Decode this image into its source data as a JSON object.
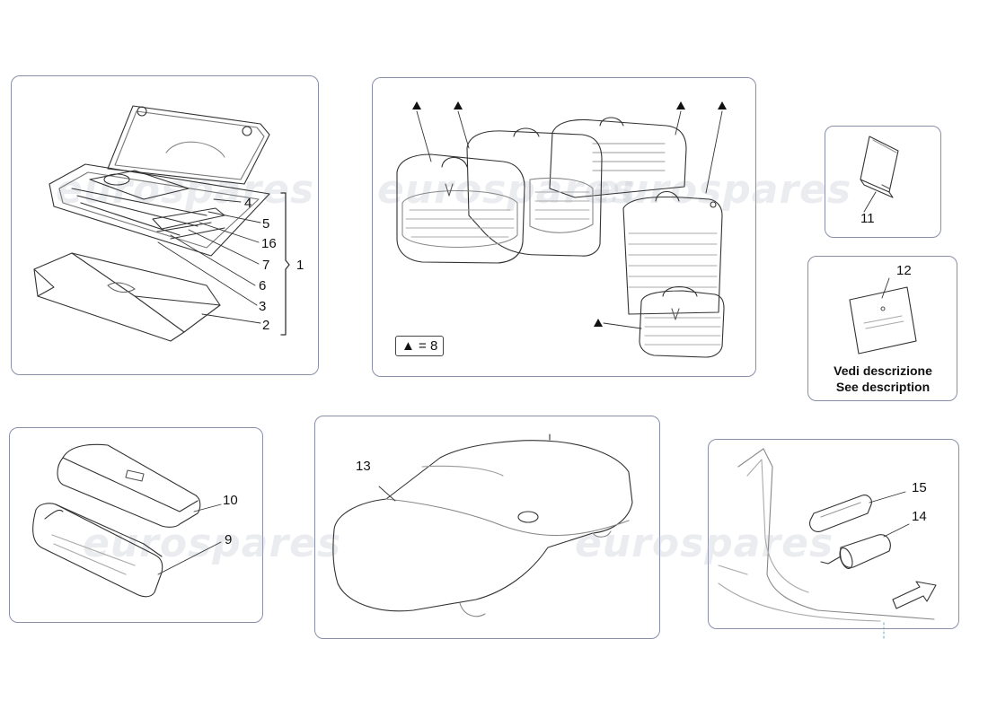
{
  "watermark": "eurospares",
  "panels": {
    "tool_kit": {
      "labels": [
        "4",
        "5",
        "16",
        "7",
        "6",
        "3",
        "2"
      ],
      "group_label": "1"
    },
    "luggage": {
      "marker_symbol": "▲",
      "legend": "▲ = 8"
    },
    "manual": {
      "label": "11"
    },
    "documentation": {
      "label": "12",
      "note_it": "Vedi descrizione",
      "note_en": "See description"
    },
    "bags": {
      "labels": [
        "10",
        "9"
      ]
    },
    "car_cover": {
      "label": "13"
    },
    "trunk": {
      "labels": [
        "15",
        "14"
      ]
    }
  },
  "colors": {
    "panel_border": "#8a8fa8",
    "line": "#333333"
  }
}
